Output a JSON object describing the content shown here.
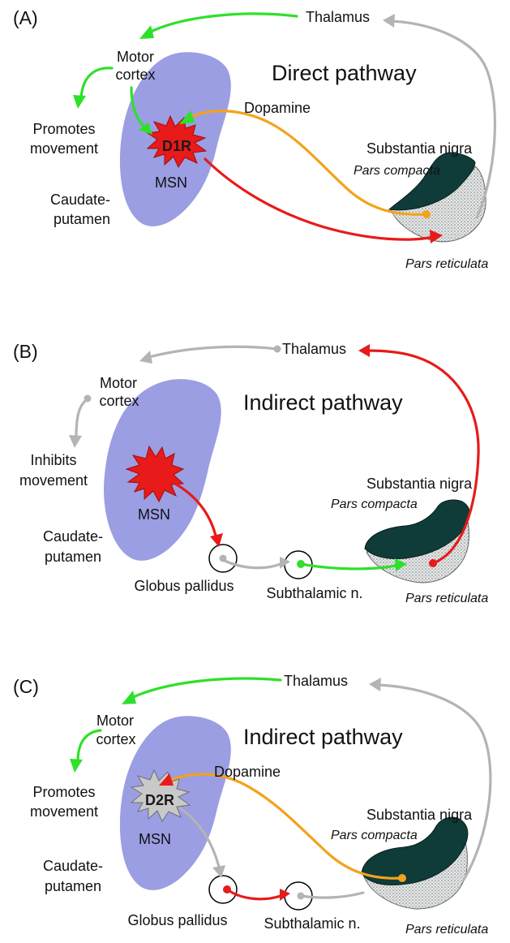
{
  "colors": {
    "caudate": "#9b9ee2",
    "excitatory": "#2fe02a",
    "inhibitory": "#e81a1a",
    "dopamine": "#f2a31b",
    "inactive": "#b4b4b4",
    "substantia_nigra": "#0f3b39"
  },
  "panels": [
    {
      "id": "A",
      "panel_label": "(A)",
      "title": "Direct pathway",
      "thalamus": "Thalamus",
      "motor_cortex": [
        "Motor",
        "cortex"
      ],
      "outcome": [
        "Promotes",
        "movement"
      ],
      "caudate": [
        "Caudate-",
        "putamen"
      ],
      "receptor": "D1R",
      "msn": "MSN",
      "dopamine": "Dopamine",
      "substantia_nigra": "Substantia nigra",
      "pars_compacta": "Pars compacta",
      "pars_reticulata": "Pars reticulata"
    },
    {
      "id": "B",
      "panel_label": "(B)",
      "title": "Indirect pathway",
      "thalamus": "Thalamus",
      "motor_cortex": [
        "Motor",
        "cortex"
      ],
      "outcome": [
        "Inhibits",
        "movement"
      ],
      "caudate": [
        "Caudate-",
        "putamen"
      ],
      "msn": "MSN",
      "globus_pallidus": "Globus pallidus",
      "subthalamic": "Subthalamic n.",
      "substantia_nigra": "Substantia nigra",
      "pars_compacta": "Pars compacta",
      "pars_reticulata": "Pars reticulata"
    },
    {
      "id": "C",
      "panel_label": "(C)",
      "title": "Indirect pathway",
      "thalamus": "Thalamus",
      "motor_cortex": [
        "Motor",
        "cortex"
      ],
      "outcome": [
        "Promotes",
        "movement"
      ],
      "caudate": [
        "Caudate-",
        "putamen"
      ],
      "receptor": "D2R",
      "msn": "MSN",
      "dopamine": "Dopamine",
      "globus_pallidus": "Globus pallidus",
      "subthalamic": "Subthalamic n.",
      "substantia_nigra": "Substantia nigra",
      "pars_compacta": "Pars compacta",
      "pars_reticulata": "Pars reticulata"
    }
  ]
}
